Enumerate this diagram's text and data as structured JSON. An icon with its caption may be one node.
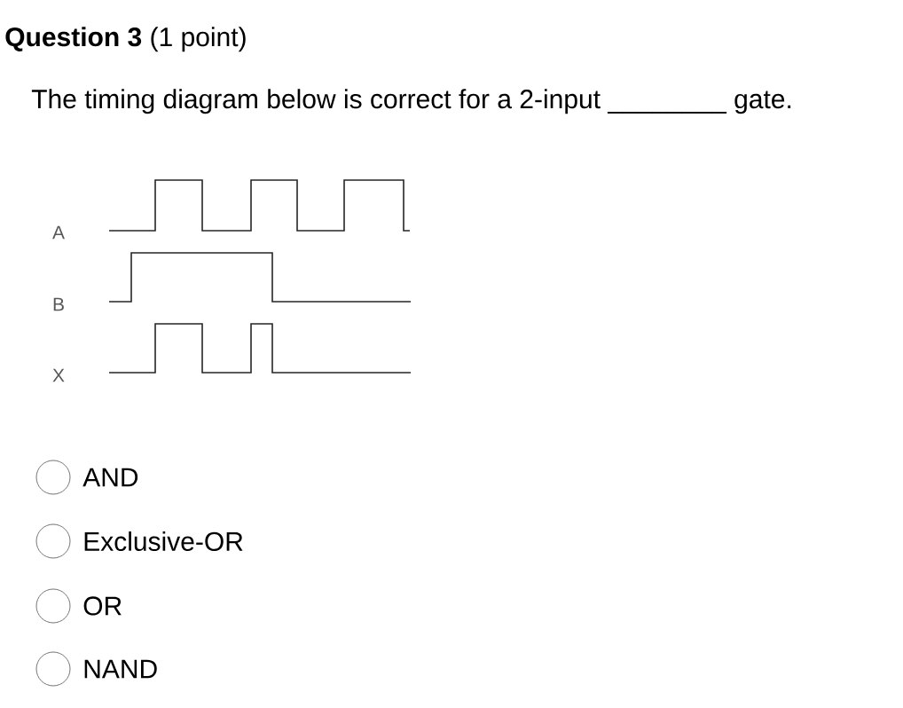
{
  "diagram": {
    "title": "**Question 3** (1 point)",
    "labels": [
      "The timing diagram below is correct for a 2-input ________ gate.",
      "A",
      "B",
      "X",
      "AND",
      "Exclusive-OR",
      "OR",
      "NAND"
    ]
  }
}
